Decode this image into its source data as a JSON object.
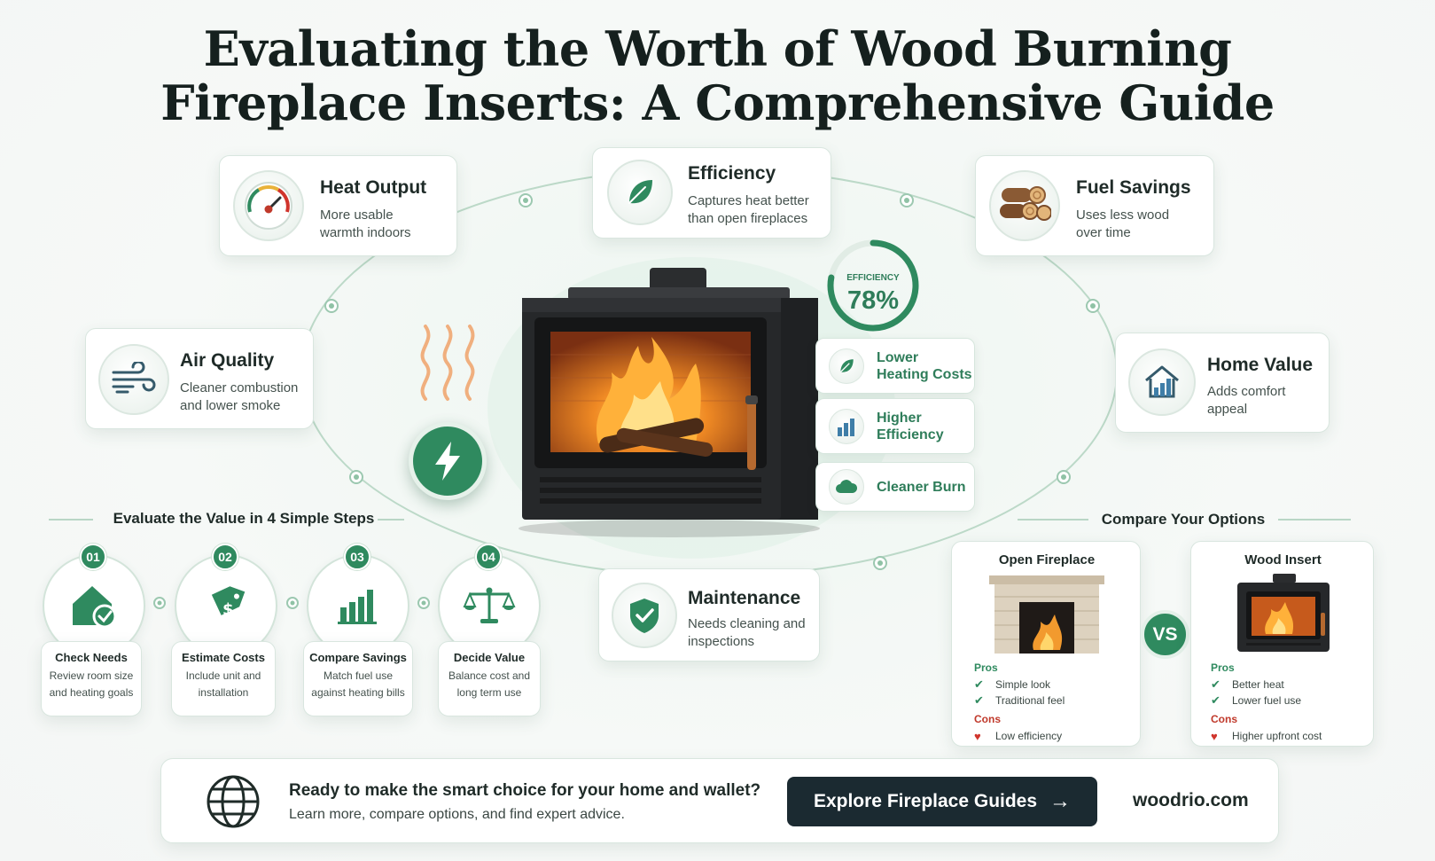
{
  "title": {
    "line1": "Evaluating the Worth of Wood Burning",
    "line2": "Fireplace Inserts: A Comprehensive Guide"
  },
  "benefits": {
    "heat_output": {
      "title": "Heat Output",
      "line1": "More usable",
      "line2": "warmth indoors",
      "icon": "gauge-icon"
    },
    "efficiency": {
      "title": "Efficiency",
      "line1": "Captures heat better",
      "line2": "than open fireplaces",
      "icon": "leaf-icon"
    },
    "fuel_savings": {
      "title": "Fuel Savings",
      "line1": "Uses less wood",
      "line2": "over time",
      "icon": "logs-icon"
    },
    "air_quality": {
      "title": "Air Quality",
      "line1": "Cleaner combustion",
      "line2": "and lower smoke",
      "icon": "wind-icon"
    },
    "home_value": {
      "title": "Home Value",
      "line1": "Adds comfort",
      "line2": "appeal",
      "icon": "house-chart-icon"
    },
    "maintenance": {
      "title": "Maintenance",
      "line1": "Needs cleaning and",
      "line2": "inspections",
      "icon": "shield-check-icon"
    }
  },
  "efficiency_gauge": {
    "label": "EFFICIENCY",
    "value_text": "78%",
    "value": 0.78
  },
  "feature_pills": [
    {
      "line1": "Lower",
      "line2": "Heating Costs",
      "icon": "leaf-icon"
    },
    {
      "line1": "Higher",
      "line2": "Efficiency",
      "icon": "bar-chart-icon"
    },
    {
      "line1": "Cleaner Burn",
      "line2": "",
      "icon": "cloud-icon"
    }
  ],
  "steps_section": {
    "heading": "Evaluate the Value in 4 Simple Steps",
    "steps": [
      {
        "num": "01",
        "title": "Check Needs",
        "line1": "Review room size",
        "line2": "and heating goals",
        "icon": "house-check-icon"
      },
      {
        "num": "02",
        "title": "Estimate Costs",
        "line1": "Include unit and",
        "line2": "installation",
        "icon": "price-tag-icon"
      },
      {
        "num": "03",
        "title": "Compare Savings",
        "line1": "Match fuel use",
        "line2": "against heating bills",
        "icon": "bar-chart-icon"
      },
      {
        "num": "04",
        "title": "Decide Value",
        "line1": "Balance cost and",
        "line2": "long term use",
        "icon": "scales-icon"
      }
    ]
  },
  "compare_section": {
    "heading": "Compare Your Options",
    "vs": "VS",
    "open_fireplace": {
      "title": "Open Fireplace",
      "pros_label": "Pros",
      "pros": [
        "Simple look",
        "Traditional feel"
      ],
      "cons_label": "Cons",
      "cons": [
        "Low efficiency"
      ]
    },
    "wood_insert": {
      "title": "Wood Insert",
      "pros_label": "Pros",
      "pros": [
        "Better heat",
        "Lower fuel use"
      ],
      "cons_label": "Cons",
      "cons": [
        "Higher upfront cost"
      ]
    }
  },
  "cta": {
    "headline": "Ready to make the smart choice for your home and wallet?",
    "subline": "Learn more, compare options, and find expert advice.",
    "button": "Explore Fireplace Guides",
    "site": "woodrio.com"
  },
  "colors": {
    "accent_green": "#2f8a5f",
    "dark_button": "#1b2a31",
    "cons_red": "#d0342c"
  }
}
